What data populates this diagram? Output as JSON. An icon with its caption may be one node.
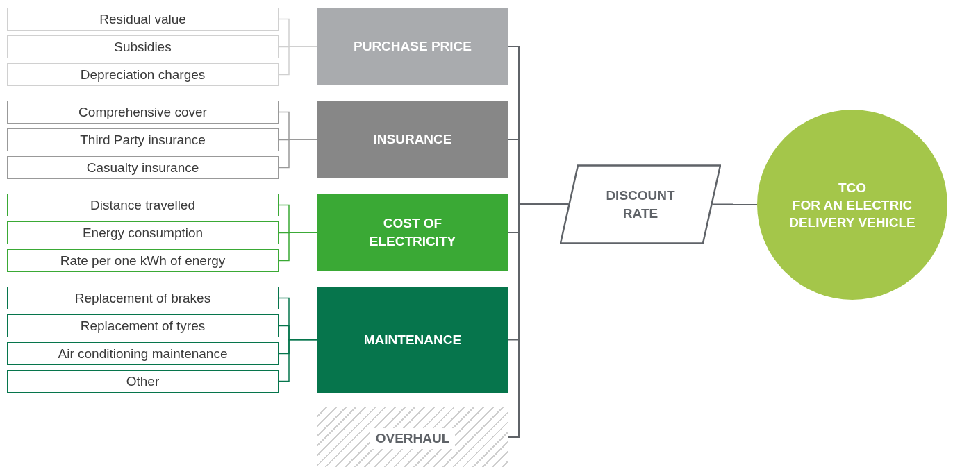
{
  "diagram": {
    "nodes": [
      {
        "text": [
          "Residual value"
        ]
      },
      {
        "text": [
          "Subsidies"
        ]
      },
      {
        "text": [
          "Depreciation charges"
        ]
      },
      {
        "text": [
          "PURCHASE PRICE"
        ]
      },
      {
        "text": [
          "Comprehensive cover"
        ]
      },
      {
        "text": [
          "Third Party insurance"
        ]
      },
      {
        "text": [
          "Casualty insurance"
        ]
      },
      {
        "text": [
          "INSURANCE"
        ]
      },
      {
        "text": [
          "Distance travelled"
        ]
      },
      {
        "text": [
          "Energy consumption"
        ]
      },
      {
        "text": [
          "Rate per one kWh of energy"
        ]
      },
      {
        "text": [
          "COST OF ELECTRICITY"
        ]
      },
      {
        "text": [
          "Replacement of brakes"
        ]
      },
      {
        "text": [
          "Replacement of tyres"
        ]
      },
      {
        "text": [
          "Air conditioning maintenance"
        ]
      },
      {
        "text": [
          "Other"
        ]
      },
      {
        "text": [
          "MAINTENANCE"
        ]
      },
      {
        "text": [
          "OVERHAUL"
        ]
      },
      {
        "text": [
          "DISCOUNT RATE"
        ]
      },
      {
        "text": [
          "TCO",
          "FOR AN ELECTRIC DELIVERY VEHICLE"
        ]
      }
    ],
    "edges": [
      {
        "from": 0,
        "to": 3,
        "arrow": "none",
        "color": "#d0d0d0"
      },
      {
        "from": 1,
        "to": 3,
        "arrow": "none",
        "color": "#d0d0d0"
      },
      {
        "from": 2,
        "to": 3,
        "arrow": "none",
        "color": "#d0d0d0"
      },
      {
        "from": 4,
        "to": 7,
        "arrow": "none",
        "color": "#999999"
      },
      {
        "from": 5,
        "to": 7,
        "arrow": "none",
        "color": "#999999"
      },
      {
        "from": 6,
        "to": 7,
        "arrow": "none",
        "color": "#999999"
      },
      {
        "from": 8,
        "to": 11,
        "arrow": "none",
        "color": "#3aa935"
      },
      {
        "from": 9,
        "to": 11,
        "arrow": "none",
        "color": "#3aa935"
      },
      {
        "from": 10,
        "to": 11,
        "arrow": "none",
        "color": "#3aa935"
      },
      {
        "from": 12,
        "to": 16,
        "arrow": "none",
        "color": "#06754c"
      },
      {
        "from": 13,
        "to": 16,
        "arrow": "none",
        "color": "#06754c"
      },
      {
        "from": 14,
        "to": 16,
        "arrow": "none",
        "color": "#06754c"
      },
      {
        "from": 15,
        "to": 16,
        "arrow": "none",
        "color": "#06754c"
      },
      {
        "from": 3,
        "to": 18,
        "arrow": "none"
      },
      {
        "from": 7,
        "to": 18,
        "arrow": "none"
      },
      {
        "from": 11,
        "to": 18,
        "arrow": "none"
      },
      {
        "from": 16,
        "to": 18,
        "arrow": "none"
      },
      {
        "from": 17,
        "to": 18,
        "arrow": "none"
      },
      {
        "from": 18,
        "to": 19,
        "arrow": "none"
      }
    ]
  }
}
